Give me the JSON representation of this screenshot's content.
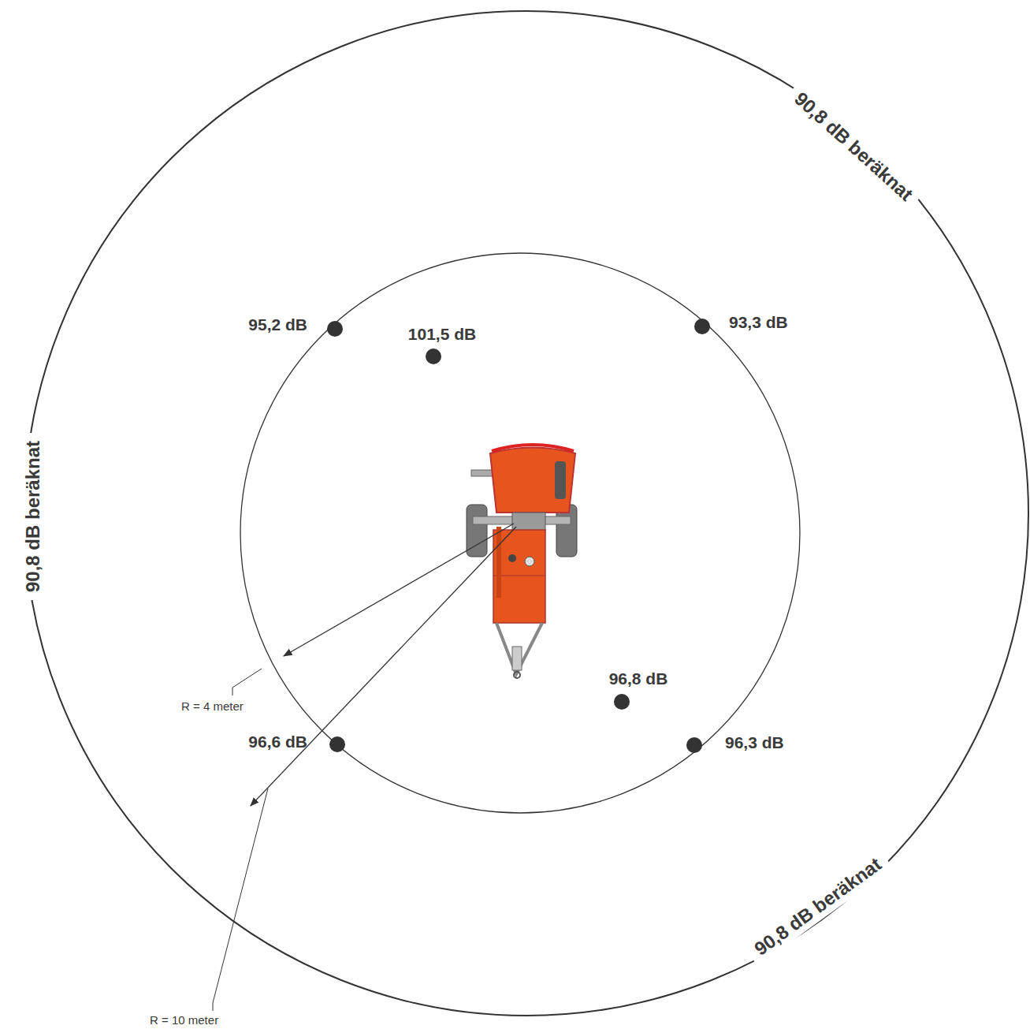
{
  "diagram": {
    "labels": [
      "90,8 dB beräknat",
      "90,8 dB beräknat",
      "90,8 dB beräknat",
      "95,2 dB",
      "101,5 dB",
      "93,3 dB",
      "96,8 dB",
      "96,6 dB",
      "96,3 dB",
      "R = 4 meter",
      "R = 10 meter"
    ]
  }
}
